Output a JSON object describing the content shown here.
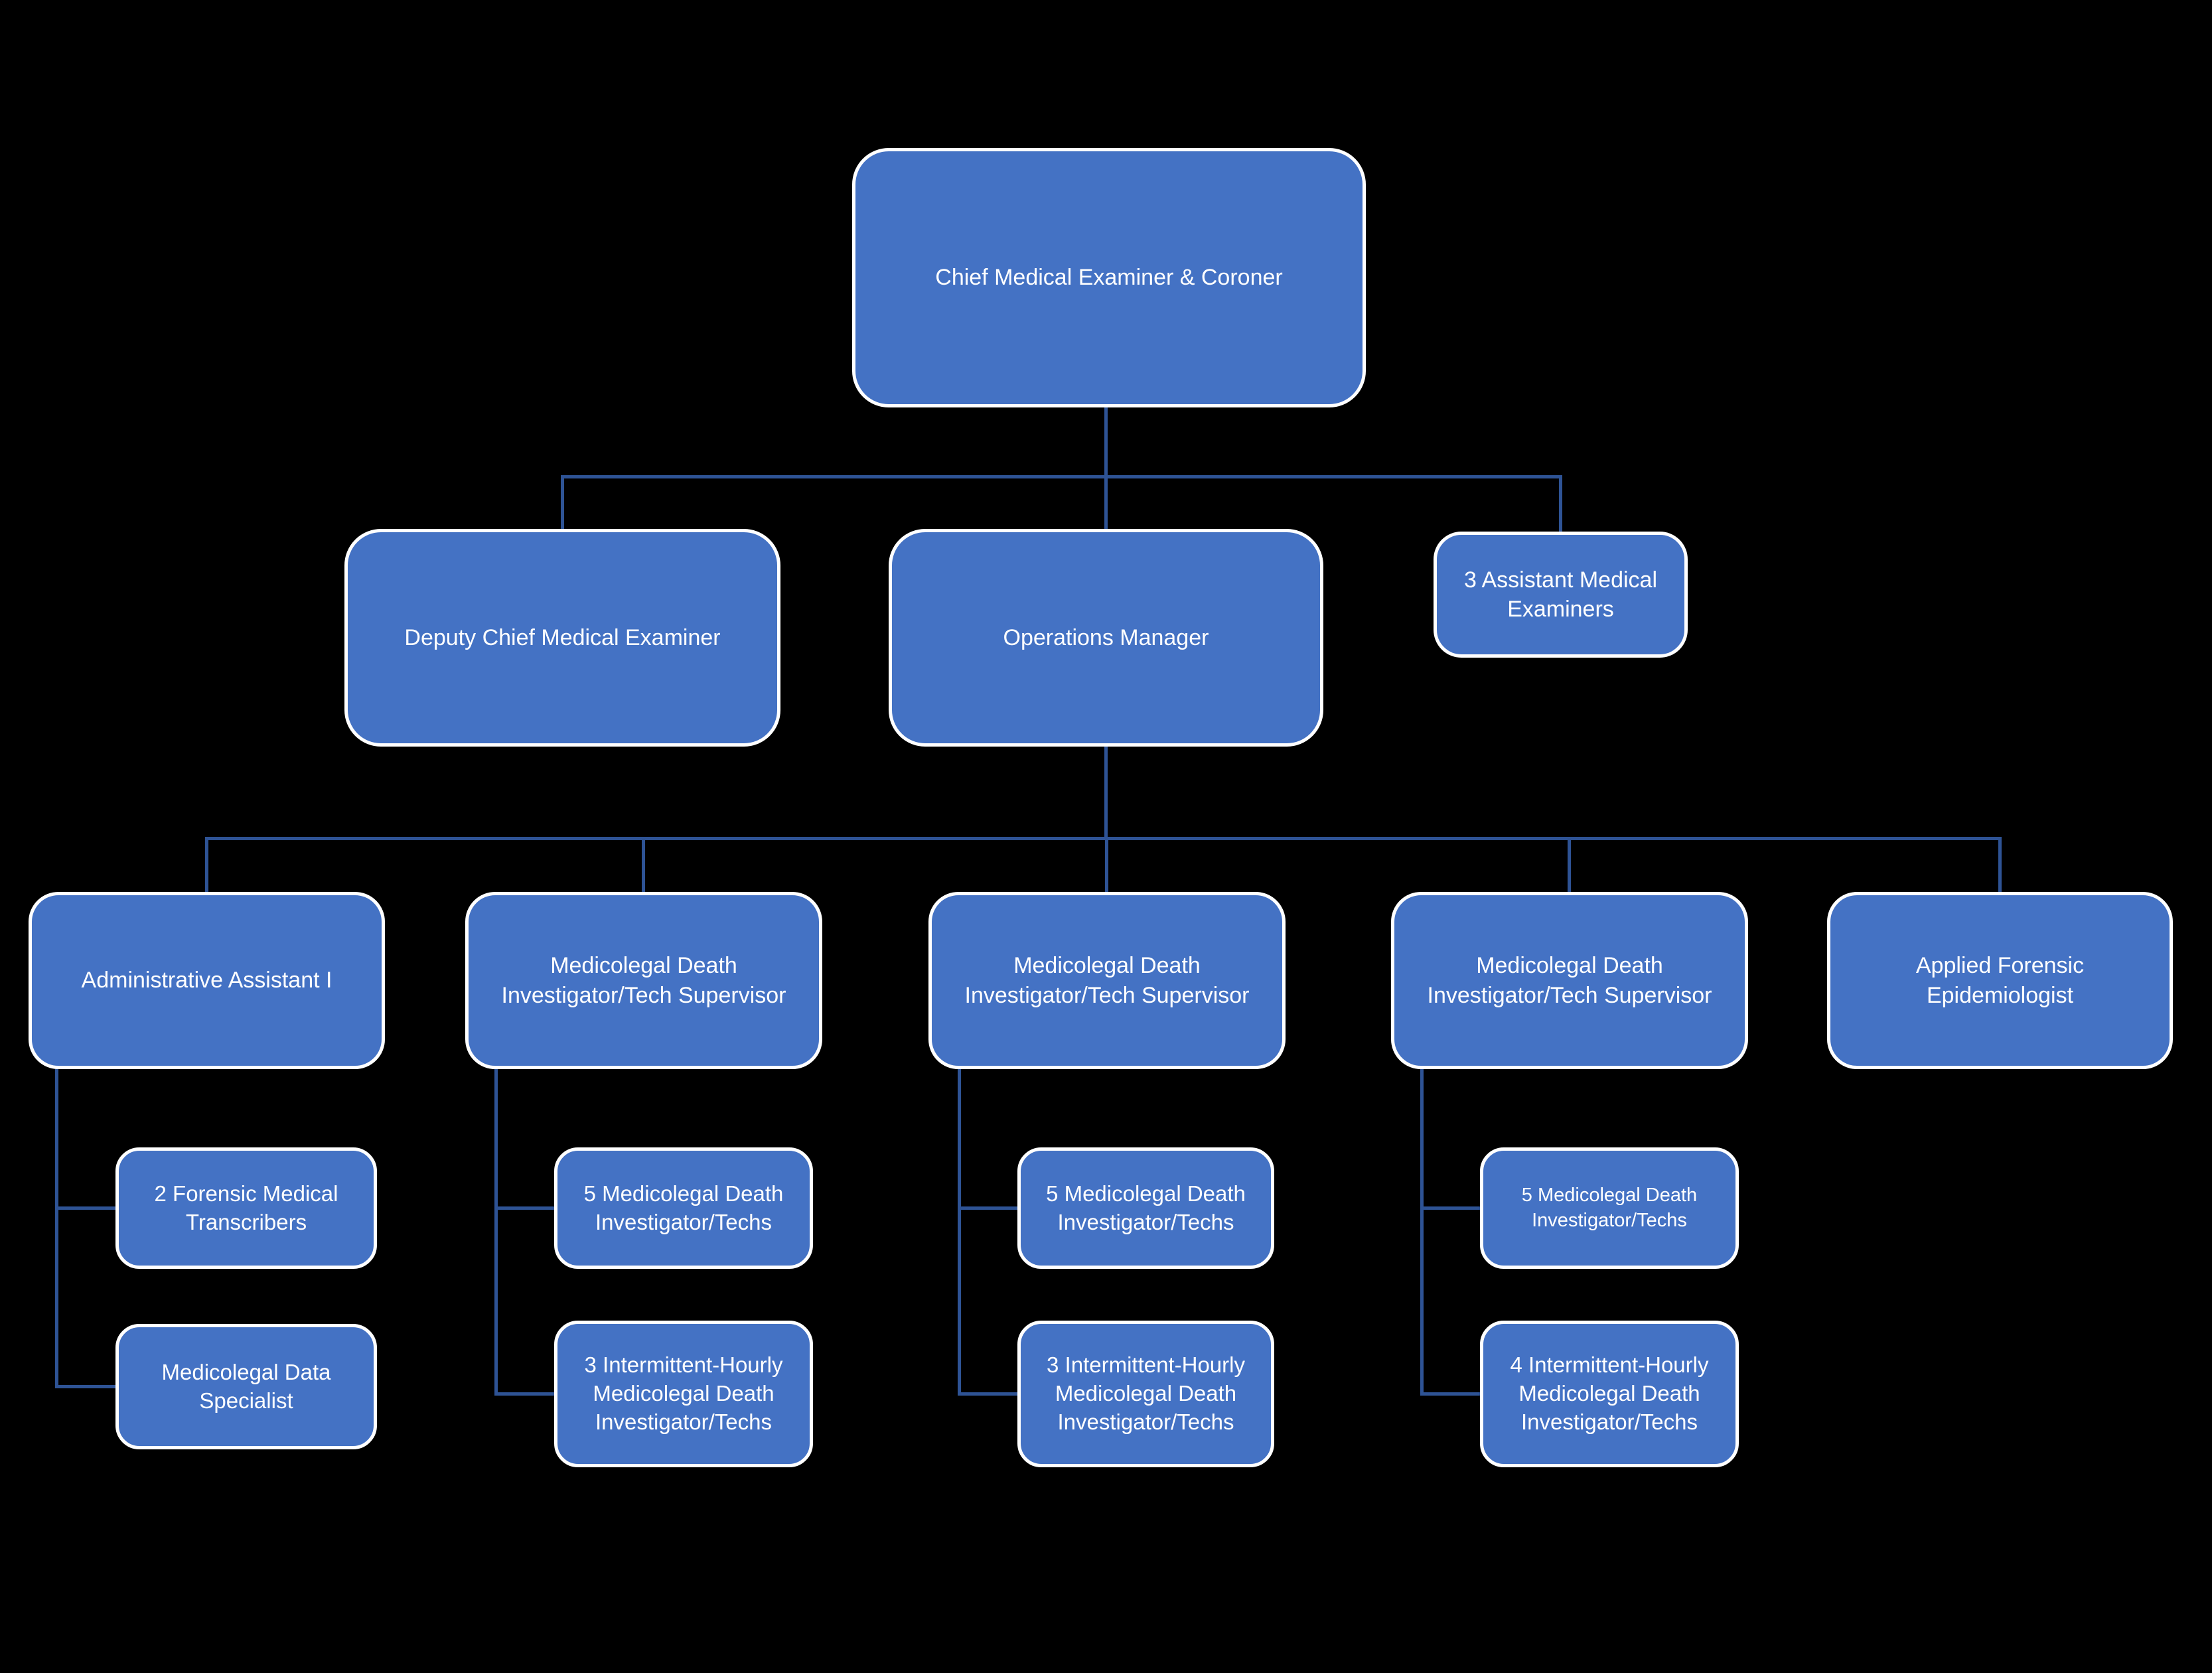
{
  "colors": {
    "background": "#000000",
    "node_fill": "#4472C4",
    "node_border": "#FFFFFF",
    "connector": "#2E5395",
    "text_color": "#FFFFFF"
  },
  "org_chart": {
    "root": {
      "label": "Chief Medical Examiner & Coroner"
    },
    "level2": {
      "deputy": {
        "label": "Deputy Chief Medical Examiner"
      },
      "operations_manager": {
        "label": "Operations Manager"
      },
      "assistant_medical_examiners": {
        "label": "3 Assistant Medical Examiners"
      }
    },
    "operations_reports": {
      "admin_assistant": {
        "label": "Administrative Assistant I",
        "children": [
          "2 Forensic Medical Transcribers",
          "Medicolegal Data Specialist"
        ]
      },
      "supervisor_1": {
        "label": "Medicolegal Death Investigator/Tech Supervisor",
        "children": [
          "5 Medicolegal Death Investigator/Techs",
          "3 Intermittent-Hourly Medicolegal Death Investigator/Techs"
        ]
      },
      "supervisor_2": {
        "label": "Medicolegal Death Investigator/Tech Supervisor",
        "children": [
          "5 Medicolegal Death Investigator/Techs",
          "3 Intermittent-Hourly Medicolegal Death Investigator/Techs"
        ]
      },
      "supervisor_3": {
        "label": "Medicolegal Death Investigator/Tech Supervisor",
        "children": [
          "5 Medicolegal Death Investigator/Techs",
          "4 Intermittent-Hourly Medicolegal Death Investigator/Techs"
        ]
      },
      "epidemiologist": {
        "label": "Applied Forensic Epidemiologist",
        "children": []
      }
    }
  }
}
